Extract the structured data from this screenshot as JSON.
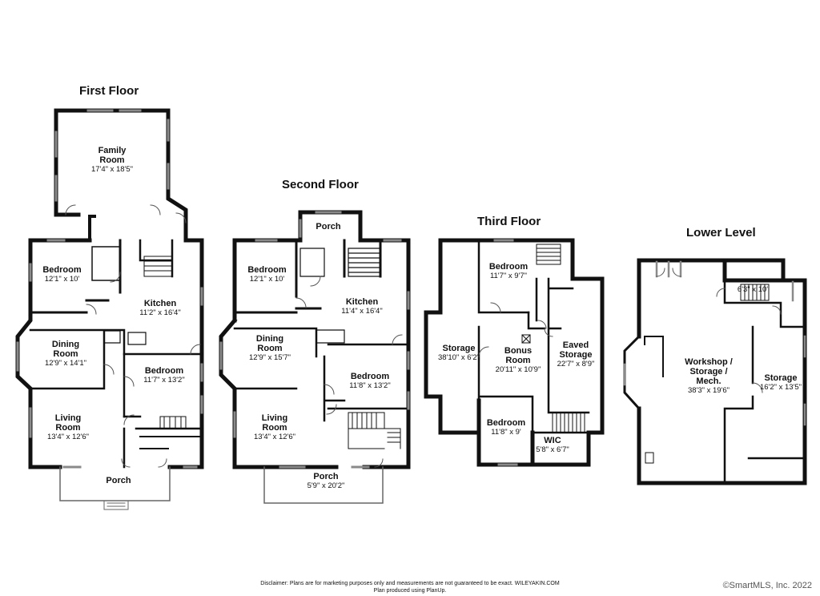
{
  "floors": {
    "first": {
      "title": "First Floor",
      "rooms": {
        "family": {
          "name": "Family Room",
          "dims": "17'4\" x 18'5\""
        },
        "bedroom": {
          "name": "Bedroom",
          "dims": "12'1\" x 10'"
        },
        "kitchen": {
          "name": "Kitchen",
          "dims": "11'2\" x 16'4\""
        },
        "dining": {
          "name": "Dining Room",
          "dims": "12'9\" x 14'1\""
        },
        "bedroom2": {
          "name": "Bedroom",
          "dims": "11'7\" x 13'2\""
        },
        "living": {
          "name": "Living Room",
          "dims": "13'4\" x 12'6\""
        },
        "porch": {
          "name": "Porch",
          "dims": ""
        }
      }
    },
    "second": {
      "title": "Second Floor",
      "rooms": {
        "porch_top": {
          "name": "Porch",
          "dims": ""
        },
        "bedroom": {
          "name": "Bedroom",
          "dims": "12'1\" x 10'"
        },
        "kitchen": {
          "name": "Kitchen",
          "dims": "11'4\" x 16'4\""
        },
        "dining": {
          "name": "Dining Room",
          "dims": "12'9\" x 15'7\""
        },
        "bedroom2": {
          "name": "Bedroom",
          "dims": "11'8\" x 13'2\""
        },
        "living": {
          "name": "Living Room",
          "dims": "13'4\" x 12'6\""
        },
        "porch": {
          "name": "Porch",
          "dims": "5'9\" x 20'2\""
        }
      }
    },
    "third": {
      "title": "Third Floor",
      "rooms": {
        "bedroom": {
          "name": "Bedroom",
          "dims": "11'7\" x 9'7\""
        },
        "storage": {
          "name": "Storage",
          "dims": "38'10\" x 6'2\""
        },
        "bonus": {
          "name": "Bonus Room",
          "dims": "20'11\" x 10'9\""
        },
        "eaved": {
          "name": "Eaved Storage",
          "dims": "22'7\" x 8'9\""
        },
        "bedroom2": {
          "name": "Bedroom",
          "dims": "11'8\" x 9'"
        },
        "wic": {
          "name": "WIC",
          "dims": "5'8\" x 6'7\""
        }
      }
    },
    "lower": {
      "title": "Lower Level",
      "rooms": {
        "small": {
          "name": "",
          "dims": "6'3\" x 10'"
        },
        "workshop": {
          "name": "Workshop / Storage / Mech.",
          "dims": "38'3\" x 19'6\""
        },
        "storage": {
          "name": "Storage",
          "dims": "16'2\" x 13'5\""
        }
      }
    }
  },
  "disclaimer": {
    "line1": "Disclaimer: Plans are for marketing purposes only and measurements are not guaranteed to be exact. WILEYAKIN.COM",
    "line2": "Plan produced using PlanUp."
  },
  "copyright": "©SmartMLS, Inc.  2022",
  "colors": {
    "wall": "#111111",
    "window": "#8a8a8a",
    "background": "#ffffff"
  }
}
